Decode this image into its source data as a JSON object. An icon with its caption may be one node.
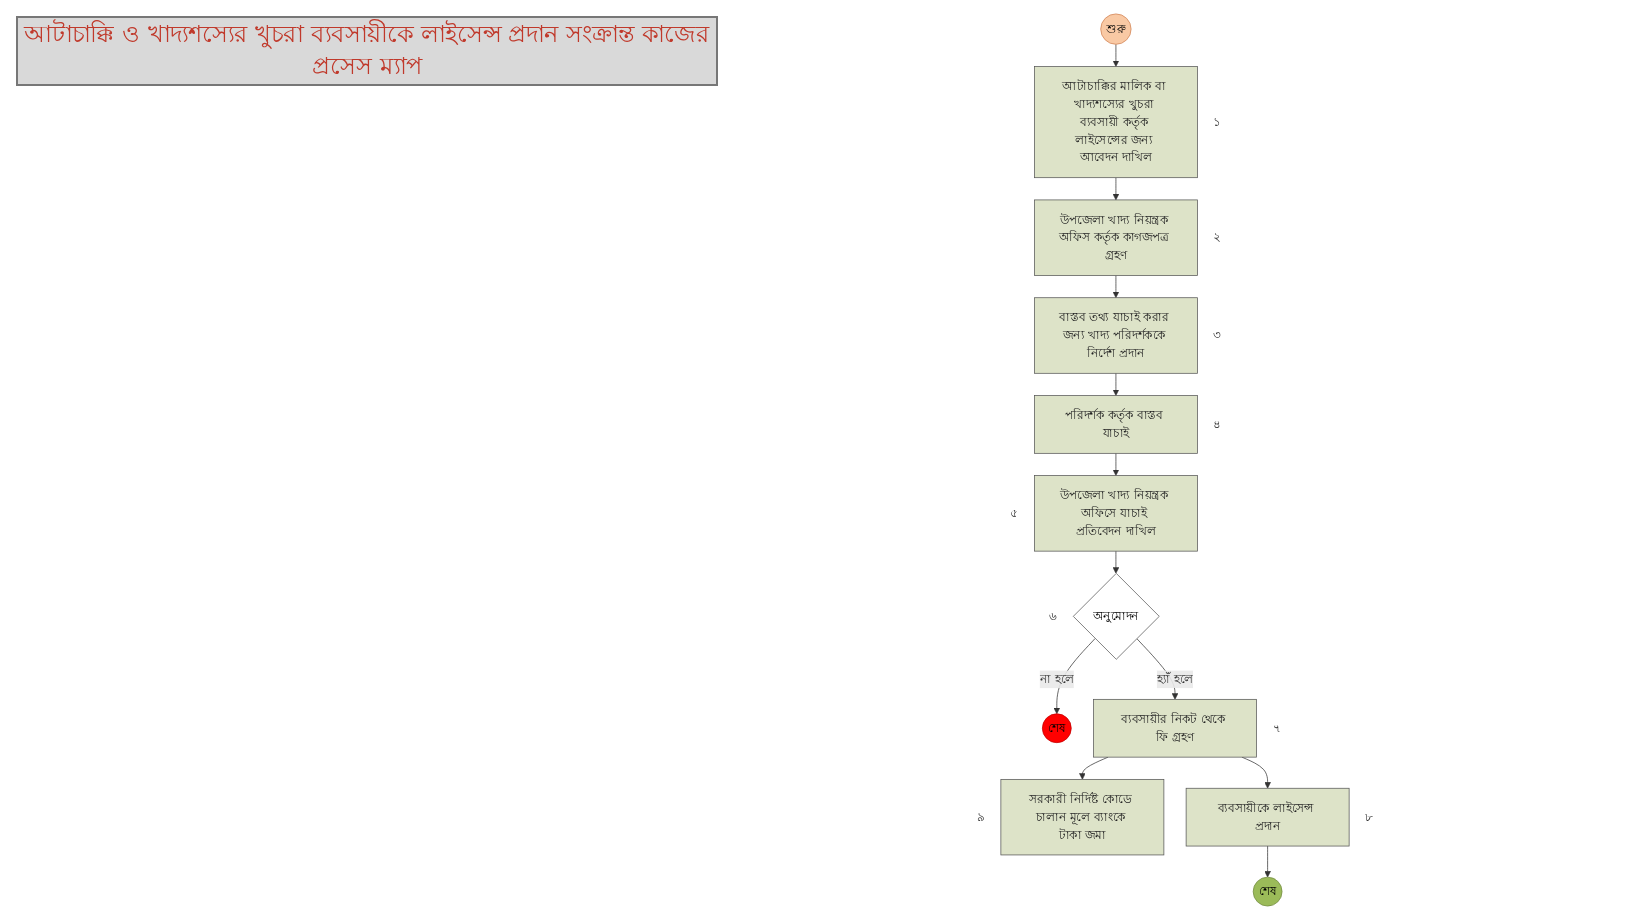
{
  "diagram": {
    "title": "আটাচাক্কি ও খাদ্যশস্যের খুচরা ব্যবসায়ীকে লাইসেন্স প্রদান সংক্রান্ত কাজের প্রসেস ম্যাপ",
    "nodes": [
      {
        "text": [
          "শুরু"
        ]
      },
      {
        "text": [
          "আটাচাক্কির মালিক বা খাদ্যশস্যের খুচরা ব্যবসায়ী কর্তৃক লাইসেন্সের জন্য আবেদন দাখিল"
        ],
        "beside": [
          "১"
        ]
      },
      {
        "text": [
          "উপজেলা খাদ্য নিয়ন্ত্রক অফিস কর্তৃক কাগজপত্র গ্রহণ"
        ],
        "beside": [
          "২"
        ]
      },
      {
        "text": [
          "বাস্তব তথ্য যাচাই করার জন্য খাদ্য পরিদর্শককে নির্দেশ প্রদান"
        ],
        "beside": [
          "৩"
        ]
      },
      {
        "text": [
          "পরিদর্শক কর্তৃক বাস্তব যাচাই"
        ],
        "beside": [
          "৪"
        ]
      },
      {
        "text": [
          "উপজেলা খাদ্য নিয়ন্ত্রক অফিসে যাচাই প্রতিবেদন দাখিল"
        ],
        "beside": [
          "৫"
        ]
      },
      {
        "text": [
          "অনুমোদন"
        ],
        "beside": [
          "৬"
        ]
      },
      {
        "text": [
          "শেষ"
        ]
      },
      {
        "text": [
          "ব্যবসায়ীর নিকট থেকে ফি গ্রহণ"
        ],
        "beside": [
          "৭"
        ]
      },
      {
        "text": [
          "সরকারী নির্দিষ্ট কোডে চালান মূলে ব্যাংকে টাকা জমা"
        ],
        "beside": [
          "৯"
        ]
      },
      {
        "text": [
          "ব্যবসায়ীকে লাইসেন্স প্রদান"
        ],
        "beside": [
          "৮"
        ]
      },
      {
        "text": [
          "শেষ"
        ]
      }
    ],
    "edges": [
      {
        "from": 0,
        "to": 1,
        "arrow": "to"
      },
      {
        "from": 1,
        "to": 2,
        "arrow": "to"
      },
      {
        "from": 2,
        "to": 3,
        "arrow": "to"
      },
      {
        "from": 3,
        "to": 4,
        "arrow": "to"
      },
      {
        "from": 4,
        "to": 5,
        "arrow": "to"
      },
      {
        "from": 5,
        "to": 6,
        "arrow": "to"
      },
      {
        "from": 6,
        "to": 7,
        "arrow": "to",
        "label": "না হলে"
      },
      {
        "from": 6,
        "to": 8,
        "arrow": "to",
        "label": "হ্যাঁ হলে"
      },
      {
        "from": 8,
        "to": 9,
        "arrow": "to"
      },
      {
        "from": 8,
        "to": 10,
        "arrow": "to"
      },
      {
        "from": 10,
        "to": 11,
        "arrow": "to"
      }
    ]
  }
}
